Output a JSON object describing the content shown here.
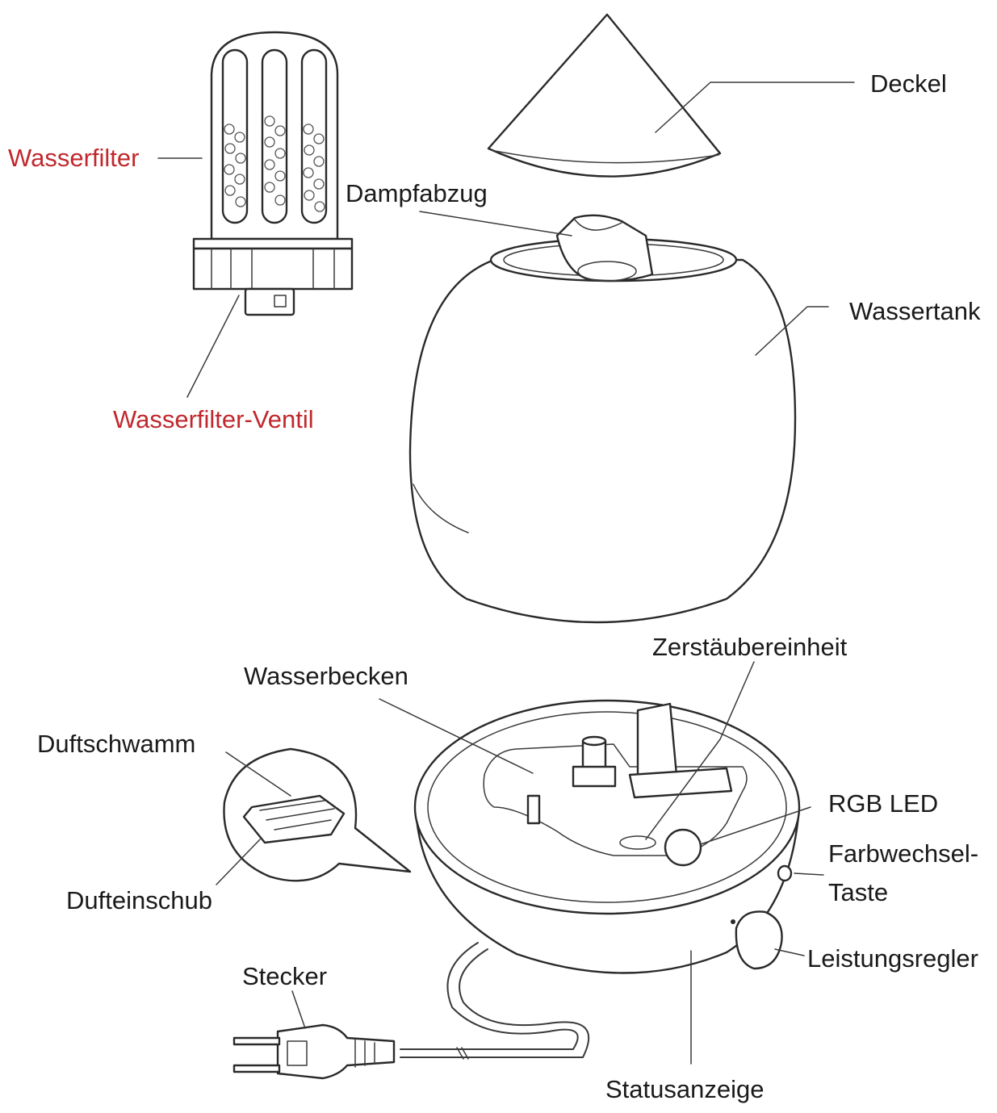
{
  "labels": {
    "deckel": "Deckel",
    "dampfabzug": "Dampfabzug",
    "wasserfilter": "Wasserfilter",
    "wassertank": "Wassertank",
    "wasserfilter_ventil": "Wasserfilter-Ventil",
    "zerstaeubereinheit": "Zerstäubereinheit",
    "wasserbecken": "Wasserbecken",
    "duftschwamm": "Duftschwamm",
    "rgb_led": "RGB LED",
    "farbwechsel_line1": "Farbwechsel-",
    "farbwechsel_line2": "Taste",
    "dufteinschub": "Dufteinschub",
    "leistungsregler": "Leistungsregler",
    "stecker": "Stecker",
    "statusanzeige": "Statusanzeige"
  },
  "colors": {
    "label_text": "#1a1a1a",
    "highlight_label_text": "#c0282d",
    "line_art": "#2a2a2a",
    "background": "#ffffff"
  }
}
